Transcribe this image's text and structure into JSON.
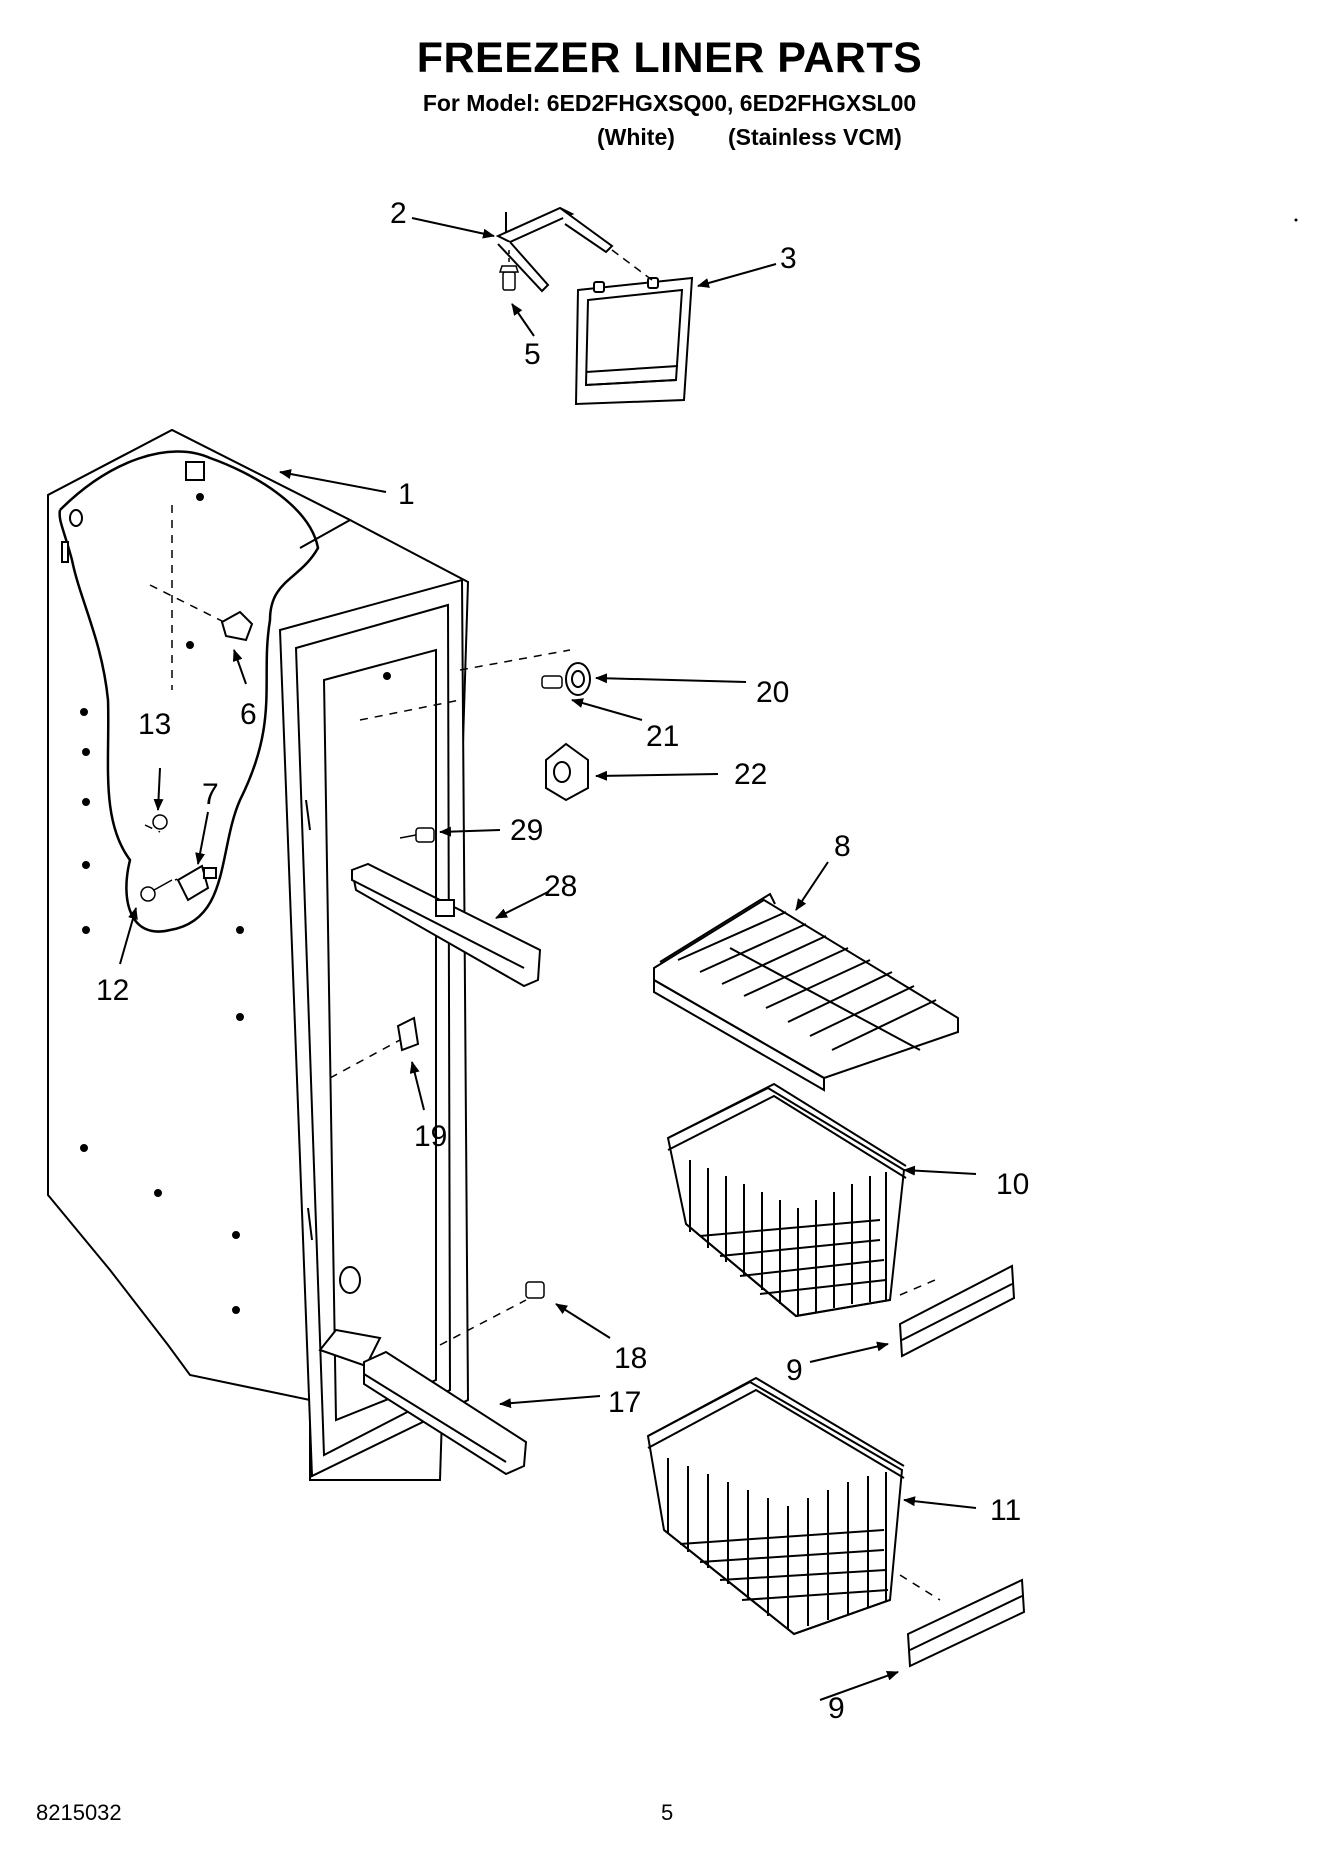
{
  "header": {
    "title": "FREEZER LINER PARTS",
    "model_line": "For Model: 6ED2FHGXSQ00, 6ED2FHGXSL00",
    "variant_white": "(White)",
    "variant_stainless": "(Stainless VCM)"
  },
  "footer": {
    "doc_number": "8215032",
    "page_number": "5"
  },
  "callouts": {
    "c1": "1",
    "c2": "2",
    "c3": "3",
    "c5": "5",
    "c6": "6",
    "c7": "7",
    "c8": "8",
    "c9a": "9",
    "c9b": "9",
    "c10": "10",
    "c11": "11",
    "c12": "12",
    "c13": "13",
    "c17": "17",
    "c18": "18",
    "c19": "19",
    "c20": "20",
    "c21": "21",
    "c22": "22",
    "c28": "28",
    "c29": "29"
  }
}
